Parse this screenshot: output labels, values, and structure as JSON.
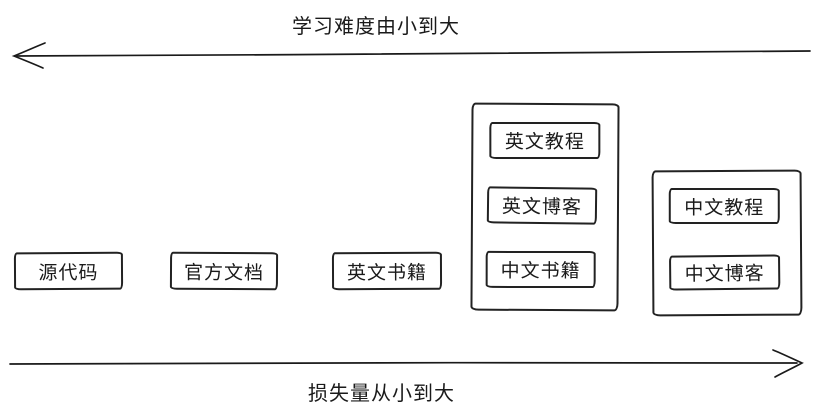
{
  "canvas": {
    "background": "#ffffff",
    "stroke_color": "#1a1a1a"
  },
  "axes": {
    "top": {
      "label": "学习难度由小到大",
      "icon": "arrow-left-icon",
      "direction": "left"
    },
    "bottom": {
      "label": "损失量从小到大",
      "icon": "arrow-right-icon",
      "direction": "right"
    }
  },
  "nodes": [
    {
      "id": "source-code",
      "label": "源代码"
    },
    {
      "id": "official-docs",
      "label": "官方文档"
    },
    {
      "id": "english-books",
      "label": "英文书籍"
    }
  ],
  "groups": [
    {
      "id": "group-tutorials-blogs-books",
      "items": [
        {
          "id": "english-tutorials",
          "label": "英文教程"
        },
        {
          "id": "english-blogs",
          "label": "英文博客"
        },
        {
          "id": "chinese-books",
          "label": "中文书籍"
        }
      ]
    },
    {
      "id": "group-chinese-tutorials-blogs",
      "items": [
        {
          "id": "chinese-tutorials",
          "label": "中文教程"
        },
        {
          "id": "chinese-blogs",
          "label": "中文博客"
        }
      ]
    }
  ]
}
